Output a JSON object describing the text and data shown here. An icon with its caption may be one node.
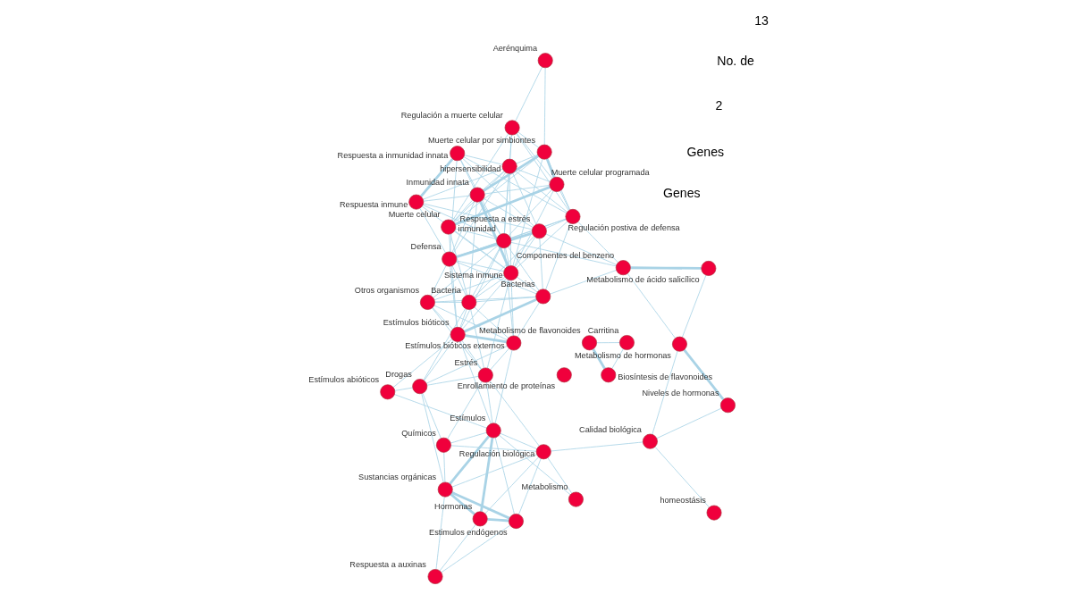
{
  "diagram": {
    "nodes": [
      {
        "text": [],
        "shape": "circle",
        "beside": [
          "Respuesta a auxinas"
        ]
      },
      {
        "text": [],
        "shape": "circle",
        "beside": [
          "Estimulos endógenos"
        ]
      },
      {
        "text": [],
        "shape": "circle",
        "beside": [
          "Hormonas"
        ]
      },
      {
        "text": [],
        "shape": "circle",
        "beside": [
          "Sustancias orgánicas"
        ]
      },
      {
        "text": [],
        "shape": "circle",
        "beside": [
          "Metabolismo"
        ]
      },
      {
        "text": [],
        "shape": "circle",
        "beside": [
          "Químicos"
        ]
      },
      {
        "text": [],
        "shape": "circle",
        "beside": [
          "Regulación biológica"
        ]
      },
      {
        "text": [],
        "shape": "circle",
        "beside": [
          "Drogas"
        ]
      },
      {
        "text": [],
        "shape": "circle",
        "beside": [
          "Estímulos abióticos"
        ]
      },
      {
        "text": [],
        "shape": "circle",
        "beside": [
          "Estímulos"
        ]
      },
      {
        "text": [],
        "shape": "circle",
        "beside": [
          "Estímulos bióticos externos"
        ]
      },
      {
        "text": [],
        "shape": "circle",
        "beside": [
          "Estrés"
        ]
      },
      {
        "text": [],
        "shape": "circle",
        "beside": [
          "Bacteria"
        ]
      },
      {
        "text": [],
        "shape": "circle",
        "beside": [
          "Calidad biológica"
        ]
      },
      {
        "text": [],
        "shape": "circle",
        "beside": [
          "Sistema inmune"
        ]
      },
      {
        "text": [],
        "shape": "circle",
        "beside": [
          "Inmunidad innata"
        ]
      },
      {
        "text": [],
        "shape": "circle",
        "beside": [
          "Muerte celular por simbiontes"
        ]
      },
      {
        "text": [],
        "shape": "circle",
        "beside": [
          "Regulación a muerte celular"
        ]
      },
      {
        "text": [],
        "shape": "circle",
        "beside": [
          "Aerénquima"
        ]
      },
      {
        "text": [],
        "shape": "circle",
        "beside": [
          "Estímulos bióticos"
        ]
      },
      {
        "text": [],
        "shape": "circle",
        "beside": [
          "Otros organismos"
        ]
      },
      {
        "text": [],
        "shape": "circle",
        "beside": [
          "inmunidad"
        ]
      },
      {
        "text": [],
        "shape": "circle",
        "beside": [
          "Muerte celular"
        ]
      },
      {
        "text": [],
        "shape": "circle",
        "beside": [
          "Muerte celular programada"
        ]
      },
      {
        "text": [],
        "shape": "circle",
        "beside": [
          "Niveles de hormonas"
        ]
      },
      {
        "text": [],
        "shape": "circle",
        "beside": [
          "homeostásis"
        ]
      },
      {
        "text": [],
        "shape": "circle",
        "beside": [
          "Bacterias"
        ]
      },
      {
        "text": [],
        "shape": "circle",
        "beside": [
          "hipersensibilidad"
        ]
      },
      {
        "text": [],
        "shape": "circle",
        "beside": [
          "Metabolismo de hormonas"
        ]
      },
      {
        "text": [],
        "shape": "circle",
        "beside": [
          "Regulación postiva de defensa"
        ]
      },
      {
        "text": [],
        "shape": "circle",
        "beside": [
          "Metabolismo de flavonoides"
        ]
      },
      {
        "text": [],
        "shape": "circle",
        "beside": [
          "Defensa"
        ]
      },
      {
        "text": [],
        "shape": "circle",
        "beside": [
          "Respuesta a estrés"
        ]
      },
      {
        "text": [],
        "shape": "circle",
        "beside": [
          "Enrollamiento de proteínas"
        ]
      },
      {
        "text": [],
        "shape": "circle",
        "beside": [
          "Componentes del benzeno"
        ]
      },
      {
        "text": [],
        "shape": "circle",
        "beside": [
          "Carritina"
        ]
      },
      {
        "text": [],
        "shape": "circle",
        "beside": [
          "Biosíntesis de flavonoides"
        ]
      },
      {
        "text": [],
        "shape": "circle",
        "beside": [
          "Respuesta inmune"
        ]
      },
      {
        "text": [],
        "shape": "circle",
        "beside": [
          "Metabolismo de ácido salicílico"
        ]
      },
      {
        "text": [],
        "shape": "circle",
        "beside": [
          "Respuesta a inmunidad innata"
        ]
      }
    ],
    "edges": [
      {
        "from": 0,
        "to": 1,
        "arrow": "none"
      },
      {
        "from": 0,
        "to": 2,
        "arrow": "none"
      },
      {
        "from": 0,
        "to": 3,
        "arrow": "none"
      },
      {
        "from": 1,
        "to": 2,
        "arrow": "none",
        "style": "thick"
      },
      {
        "from": 1,
        "to": 3,
        "arrow": "none",
        "style": "thick"
      },
      {
        "from": 1,
        "to": 6,
        "arrow": "none"
      },
      {
        "from": 1,
        "to": 9,
        "arrow": "none"
      },
      {
        "from": 2,
        "to": 3,
        "arrow": "none",
        "style": "thick"
      },
      {
        "from": 2,
        "to": 9,
        "arrow": "none",
        "style": "thick"
      },
      {
        "from": 2,
        "to": 6,
        "arrow": "none"
      },
      {
        "from": 3,
        "to": 5,
        "arrow": "none"
      },
      {
        "from": 3,
        "to": 9,
        "arrow": "none",
        "style": "thick"
      },
      {
        "from": 3,
        "to": 6,
        "arrow": "none"
      },
      {
        "from": 3,
        "to": 7,
        "arrow": "none"
      },
      {
        "from": 4,
        "to": 6,
        "arrow": "none"
      },
      {
        "from": 4,
        "to": 9,
        "arrow": "none"
      },
      {
        "from": 5,
        "to": 9,
        "arrow": "none"
      },
      {
        "from": 5,
        "to": 6,
        "arrow": "none"
      },
      {
        "from": 5,
        "to": 7,
        "arrow": "none"
      },
      {
        "from": 5,
        "to": 11,
        "arrow": "none"
      },
      {
        "from": 6,
        "to": 9,
        "arrow": "none"
      },
      {
        "from": 6,
        "to": 13,
        "arrow": "none"
      },
      {
        "from": 6,
        "to": 11,
        "arrow": "none"
      },
      {
        "from": 9,
        "to": 8,
        "arrow": "none"
      },
      {
        "from": 9,
        "to": 11,
        "arrow": "none"
      },
      {
        "from": 9,
        "to": 10,
        "arrow": "none"
      },
      {
        "from": 9,
        "to": 19,
        "arrow": "none"
      },
      {
        "from": 8,
        "to": 11,
        "arrow": "none"
      },
      {
        "from": 8,
        "to": 19,
        "arrow": "none"
      },
      {
        "from": 11,
        "to": 10,
        "arrow": "none"
      },
      {
        "from": 11,
        "to": 12,
        "arrow": "none"
      },
      {
        "from": 11,
        "to": 19,
        "arrow": "none"
      },
      {
        "from": 11,
        "to": 14,
        "arrow": "none"
      },
      {
        "from": 11,
        "to": 20,
        "arrow": "none"
      },
      {
        "from": 7,
        "to": 10,
        "arrow": "none"
      },
      {
        "from": 7,
        "to": 12,
        "arrow": "none"
      },
      {
        "from": 7,
        "to": 19,
        "arrow": "none"
      },
      {
        "from": 10,
        "to": 12,
        "arrow": "none"
      },
      {
        "from": 10,
        "to": 19,
        "arrow": "none",
        "style": "thick"
      },
      {
        "from": 10,
        "to": 20,
        "arrow": "none"
      },
      {
        "from": 10,
        "to": 14,
        "arrow": "none"
      },
      {
        "from": 10,
        "to": 26,
        "arrow": "none"
      },
      {
        "from": 10,
        "to": 21,
        "arrow": "none"
      },
      {
        "from": 13,
        "to": 25,
        "arrow": "none"
      },
      {
        "from": 13,
        "to": 24,
        "arrow": "none"
      },
      {
        "from": 13,
        "to": 28,
        "arrow": "none"
      },
      {
        "from": 24,
        "to": 28,
        "arrow": "none",
        "style": "thick"
      },
      {
        "from": 28,
        "to": 34,
        "arrow": "none"
      },
      {
        "from": 28,
        "to": 38,
        "arrow": "none"
      },
      {
        "from": 30,
        "to": 35,
        "arrow": "none"
      },
      {
        "from": 30,
        "to": 36,
        "arrow": "none",
        "style": "thick"
      },
      {
        "from": 35,
        "to": 36,
        "arrow": "none"
      },
      {
        "from": 34,
        "to": 38,
        "arrow": "none",
        "style": "thick"
      },
      {
        "from": 34,
        "to": 26,
        "arrow": "none"
      },
      {
        "from": 34,
        "to": 21,
        "arrow": "none"
      },
      {
        "from": 34,
        "to": 32,
        "arrow": "none"
      },
      {
        "from": 34,
        "to": 29,
        "arrow": "none"
      },
      {
        "from": 19,
        "to": 20,
        "arrow": "none"
      },
      {
        "from": 19,
        "to": 12,
        "arrow": "none"
      },
      {
        "from": 19,
        "to": 14,
        "arrow": "none"
      },
      {
        "from": 19,
        "to": 21,
        "arrow": "none"
      },
      {
        "from": 19,
        "to": 26,
        "arrow": "none",
        "style": "thick"
      },
      {
        "from": 19,
        "to": 31,
        "arrow": "none"
      },
      {
        "from": 19,
        "to": 22,
        "arrow": "none"
      },
      {
        "from": 20,
        "to": 12,
        "arrow": "none"
      },
      {
        "from": 20,
        "to": 14,
        "arrow": "none"
      },
      {
        "from": 20,
        "to": 21,
        "arrow": "none"
      },
      {
        "from": 20,
        "to": 26,
        "arrow": "none"
      },
      {
        "from": 20,
        "to": 31,
        "arrow": "none"
      },
      {
        "from": 12,
        "to": 14,
        "arrow": "none"
      },
      {
        "from": 12,
        "to": 21,
        "arrow": "none"
      },
      {
        "from": 12,
        "to": 26,
        "arrow": "none"
      },
      {
        "from": 12,
        "to": 31,
        "arrow": "none"
      },
      {
        "from": 12,
        "to": 32,
        "arrow": "none"
      },
      {
        "from": 12,
        "to": 15,
        "arrow": "none"
      },
      {
        "from": 12,
        "to": 22,
        "arrow": "none"
      },
      {
        "from": 14,
        "to": 15,
        "arrow": "none",
        "style": "thick"
      },
      {
        "from": 14,
        "to": 21,
        "arrow": "none"
      },
      {
        "from": 14,
        "to": 22,
        "arrow": "none"
      },
      {
        "from": 14,
        "to": 23,
        "arrow": "none"
      },
      {
        "from": 14,
        "to": 16,
        "arrow": "none"
      },
      {
        "from": 14,
        "to": 31,
        "arrow": "none"
      },
      {
        "from": 14,
        "to": 32,
        "arrow": "none"
      },
      {
        "from": 14,
        "to": 27,
        "arrow": "none"
      },
      {
        "from": 14,
        "to": 29,
        "arrow": "none"
      },
      {
        "from": 15,
        "to": 16,
        "arrow": "none",
        "style": "thick"
      },
      {
        "from": 15,
        "to": 21,
        "arrow": "none"
      },
      {
        "from": 15,
        "to": 22,
        "arrow": "none"
      },
      {
        "from": 15,
        "to": 23,
        "arrow": "none"
      },
      {
        "from": 15,
        "to": 27,
        "arrow": "none"
      },
      {
        "from": 15,
        "to": 31,
        "arrow": "none"
      },
      {
        "from": 15,
        "to": 32,
        "arrow": "none"
      },
      {
        "from": 15,
        "to": 37,
        "arrow": "none"
      },
      {
        "from": 15,
        "to": 39,
        "arrow": "none"
      },
      {
        "from": 16,
        "to": 22,
        "arrow": "none"
      },
      {
        "from": 16,
        "to": 23,
        "arrow": "none",
        "style": "thick"
      },
      {
        "from": 16,
        "to": 27,
        "arrow": "none"
      },
      {
        "from": 16,
        "to": 17,
        "arrow": "none"
      },
      {
        "from": 16,
        "to": 18,
        "arrow": "none"
      },
      {
        "from": 16,
        "to": 29,
        "arrow": "none"
      },
      {
        "from": 21,
        "to": 22,
        "arrow": "none"
      },
      {
        "from": 21,
        "to": 23,
        "arrow": "none"
      },
      {
        "from": 21,
        "to": 27,
        "arrow": "none"
      },
      {
        "from": 21,
        "to": 26,
        "arrow": "none"
      },
      {
        "from": 21,
        "to": 31,
        "arrow": "none"
      },
      {
        "from": 21,
        "to": 32,
        "arrow": "none"
      },
      {
        "from": 21,
        "to": 29,
        "arrow": "none"
      },
      {
        "from": 21,
        "to": 37,
        "arrow": "none"
      },
      {
        "from": 21,
        "to": 39,
        "arrow": "none"
      },
      {
        "from": 21,
        "to": 17,
        "arrow": "none"
      },
      {
        "from": 22,
        "to": 23,
        "arrow": "none",
        "style": "thick"
      },
      {
        "from": 22,
        "to": 27,
        "arrow": "none"
      },
      {
        "from": 22,
        "to": 17,
        "arrow": "none"
      },
      {
        "from": 23,
        "to": 17,
        "arrow": "none"
      },
      {
        "from": 23,
        "to": 27,
        "arrow": "none"
      },
      {
        "from": 23,
        "to": 29,
        "arrow": "none"
      },
      {
        "from": 17,
        "to": 18,
        "arrow": "none"
      },
      {
        "from": 17,
        "to": 27,
        "arrow": "none"
      },
      {
        "from": 17,
        "to": 29,
        "arrow": "none"
      },
      {
        "from": 26,
        "to": 31,
        "arrow": "none"
      },
      {
        "from": 26,
        "to": 32,
        "arrow": "none"
      },
      {
        "from": 26,
        "to": 37,
        "arrow": "none"
      },
      {
        "from": 26,
        "to": 29,
        "arrow": "none"
      },
      {
        "from": 27,
        "to": 31,
        "arrow": "none"
      },
      {
        "from": 27,
        "to": 32,
        "arrow": "none"
      },
      {
        "from": 27,
        "to": 29,
        "arrow": "none"
      },
      {
        "from": 27,
        "to": 37,
        "arrow": "none"
      },
      {
        "from": 27,
        "to": 39,
        "arrow": "none"
      },
      {
        "from": 31,
        "to": 32,
        "arrow": "none",
        "style": "thick"
      },
      {
        "from": 31,
        "to": 37,
        "arrow": "none"
      },
      {
        "from": 31,
        "to": 39,
        "arrow": "none"
      },
      {
        "from": 31,
        "to": 29,
        "arrow": "none"
      },
      {
        "from": 32,
        "to": 37,
        "arrow": "none"
      },
      {
        "from": 32,
        "to": 39,
        "arrow": "none"
      },
      {
        "from": 32,
        "to": 29,
        "arrow": "none"
      },
      {
        "from": 37,
        "to": 39,
        "arrow": "none",
        "style": "thick"
      },
      {
        "from": 29,
        "to": 39,
        "arrow": "none"
      }
    ],
    "labels": [
      "Genes",
      "Genes",
      "2",
      "No. de",
      "13"
    ]
  }
}
